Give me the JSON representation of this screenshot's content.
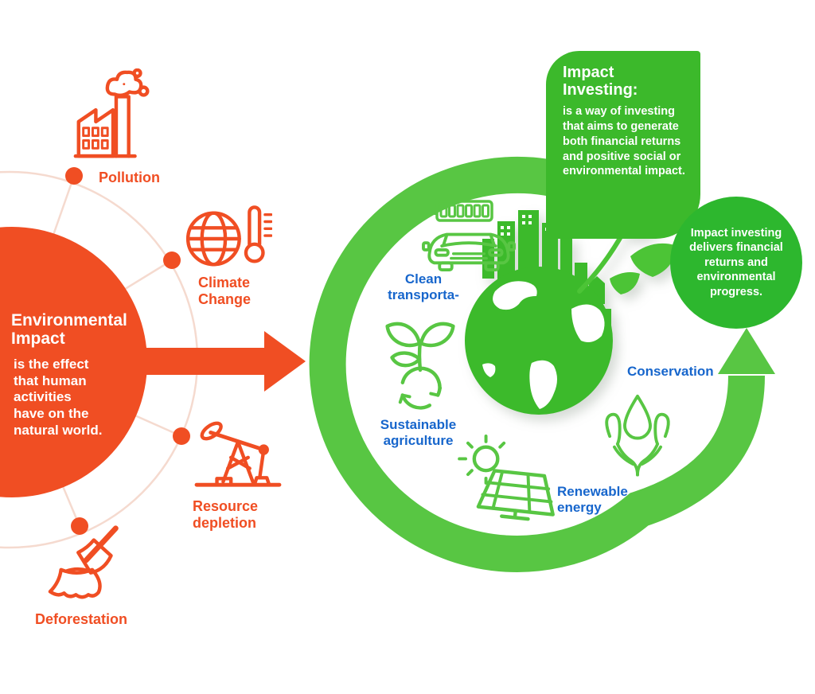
{
  "colors": {
    "orange": "#F04E23",
    "pink_wheel": "#F5DACF",
    "ring_green": "#58C643",
    "bubble_green": "#3CB92B",
    "badge_green": "#2DB72E",
    "earth_green": "#3CBA2B",
    "leaf_green": "#4CC436",
    "label_blue": "#1766CC",
    "text_white": "#FFFFFF"
  },
  "left": {
    "heading": "Environmental Impact",
    "description": "is the effect that human activities have on the natural world.",
    "factors": [
      {
        "name": "pollution",
        "label": "Pollution",
        "icon": "factory-icon"
      },
      {
        "name": "climate-change",
        "label": "Climate Change",
        "icon": "globe-thermometer-icon"
      },
      {
        "name": "resource-depletion",
        "label": "Resource depletion",
        "icon": "oil-pump-icon"
      },
      {
        "name": "deforestation",
        "label": "Deforestation",
        "icon": "tree-stump-axe-icon"
      }
    ]
  },
  "arrow": {
    "icon": "right-arrow",
    "meaning": "Environmental Impact leads to Impact Investing"
  },
  "right": {
    "bubble": {
      "heading": "Impact Investing:",
      "body": "is a way of investing that aims to generate both financial returns and positive social or environmental impact."
    },
    "badge": {
      "text": "Impact investing delivers financial returns and environmental progress."
    },
    "categories": [
      {
        "name": "clean-transportation",
        "label": "Clean transporta-",
        "icon": "electric-car-icon"
      },
      {
        "name": "sustainable-agriculture",
        "label": "Sustainable agriculture",
        "icon": "sprout-recycle-icon"
      },
      {
        "name": "renewable-energy",
        "label": "Renewable energy",
        "icon": "solar-panel-icon"
      },
      {
        "name": "conservation",
        "label": "Conservation",
        "icon": "hands-droplet-icon"
      }
    ],
    "center": {
      "icon": "earth-icon"
    }
  }
}
